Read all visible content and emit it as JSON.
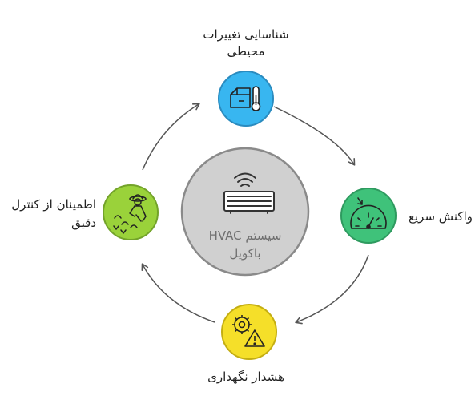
{
  "center": {
    "line1": "سیستم HVAC",
    "line2": "باکویل",
    "icon": "air-conditioner-wifi-icon",
    "color": "#d0d0d0"
  },
  "nodes": [
    {
      "id": "top",
      "line1": "شناسایی تغییرات",
      "line2": "محیطی",
      "icon": "box-thermometer-icon",
      "color": "#38b6f0"
    },
    {
      "id": "right",
      "line1": "واکنش سریع",
      "icon": "speedometer-icon",
      "color": "#3fc27a"
    },
    {
      "id": "bottom",
      "line1": "هشدار نگهداری",
      "icon": "gear-warning-icon",
      "color": "#f5df29"
    },
    {
      "id": "left",
      "line1": "اطمینان از کنترل",
      "line2": "دقیق",
      "icon": "farmer-field-icon",
      "color": "#9ad23a"
    }
  ]
}
